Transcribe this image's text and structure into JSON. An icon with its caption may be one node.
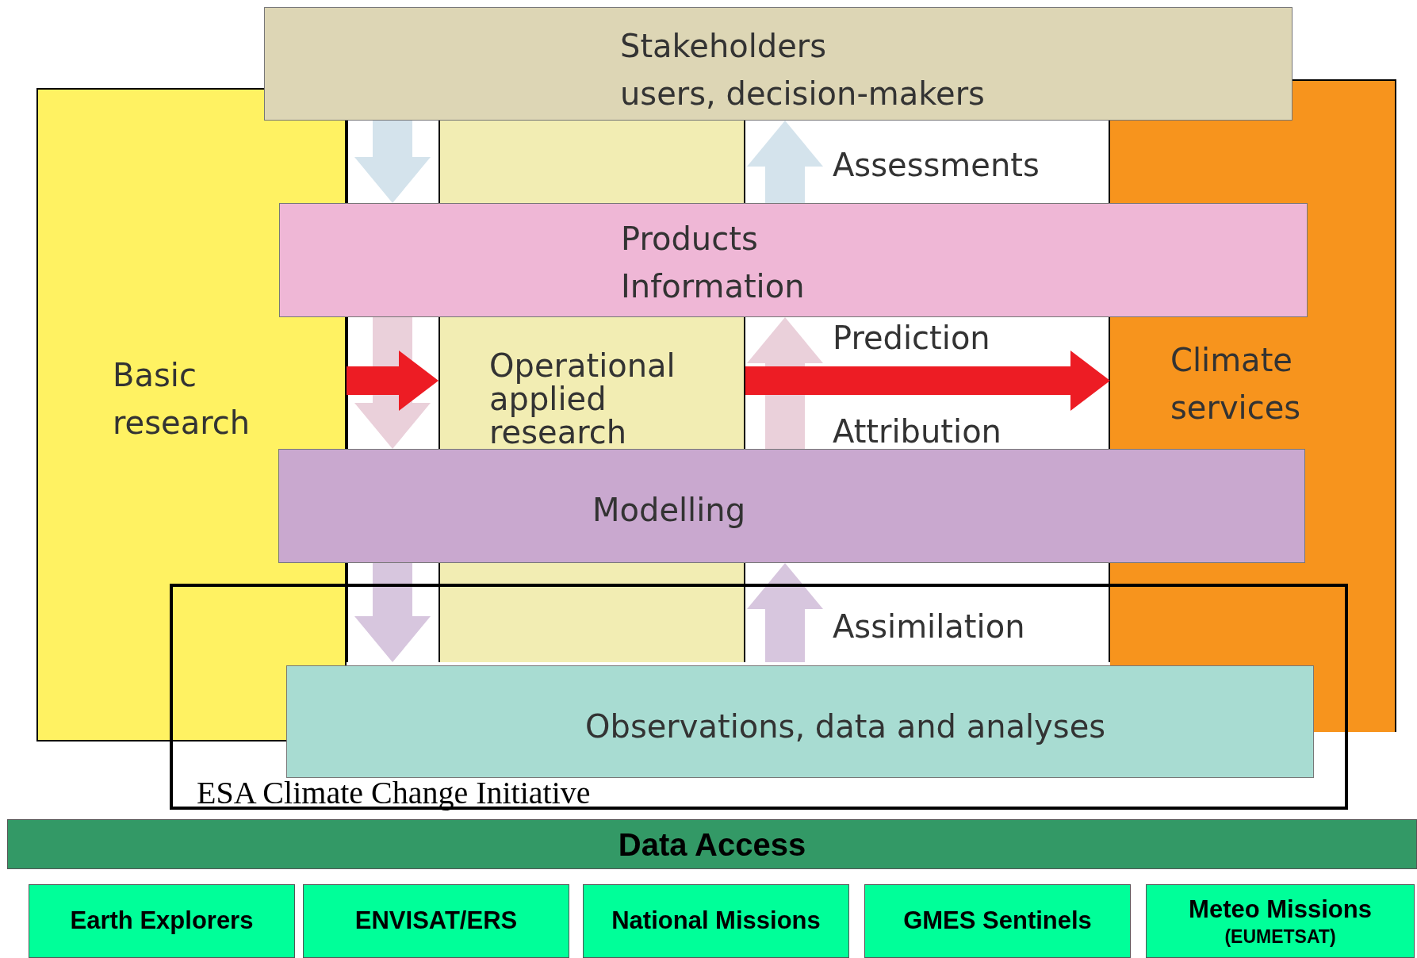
{
  "diagram": {
    "nodes": [
      {
        "text": [
          "Stakeholders",
          "users, decision-makers"
        ]
      },
      {
        "text": [
          "Basic research"
        ]
      },
      {
        "text": [
          "Operational applied research"
        ]
      },
      {
        "text": [
          "Climate services"
        ]
      },
      {
        "text": [
          "Products",
          "Information"
        ]
      },
      {
        "text": [
          "Modelling"
        ]
      },
      {
        "text": [
          "ESA Climate Change Initiative"
        ]
      },
      {
        "text": [
          "Observations, data and analyses"
        ],
        "in": 6
      },
      {
        "text": [
          "Data Access"
        ]
      },
      {
        "text": [
          "Earth Explorers"
        ]
      },
      {
        "text": [
          "ENVISAT/ERS"
        ]
      },
      {
        "text": [
          "National Missions"
        ]
      },
      {
        "text": [
          "GMES Sentinels"
        ]
      },
      {
        "text": [
          "Meteo Missions",
          "(EUMETSAT)"
        ]
      }
    ],
    "edges": [
      {
        "from": 0,
        "to": 4,
        "arrow": "to",
        "color": "#d4e3ec"
      },
      {
        "from": 4,
        "to": 5,
        "arrow": "to",
        "color": "#ead0da"
      },
      {
        "from": 5,
        "to": 7,
        "arrow": "to",
        "color": "#d7c6de"
      },
      {
        "from": 7,
        "to": 5,
        "arrow": "to",
        "color": "#d7c6de"
      },
      {
        "from": 5,
        "to": 4,
        "arrow": "to",
        "color": "#ead0da"
      },
      {
        "from": 4,
        "to": 0,
        "arrow": "to",
        "color": "#d4e3ec"
      },
      {
        "from": 1,
        "to": 2,
        "arrow": "to",
        "color": "#ed1c24"
      },
      {
        "from": 2,
        "to": 3,
        "arrow": "to",
        "color": "#ed1c24"
      }
    ],
    "labels": [
      "Assessments",
      "Prediction",
      "Attribution",
      "Assimilation"
    ]
  }
}
